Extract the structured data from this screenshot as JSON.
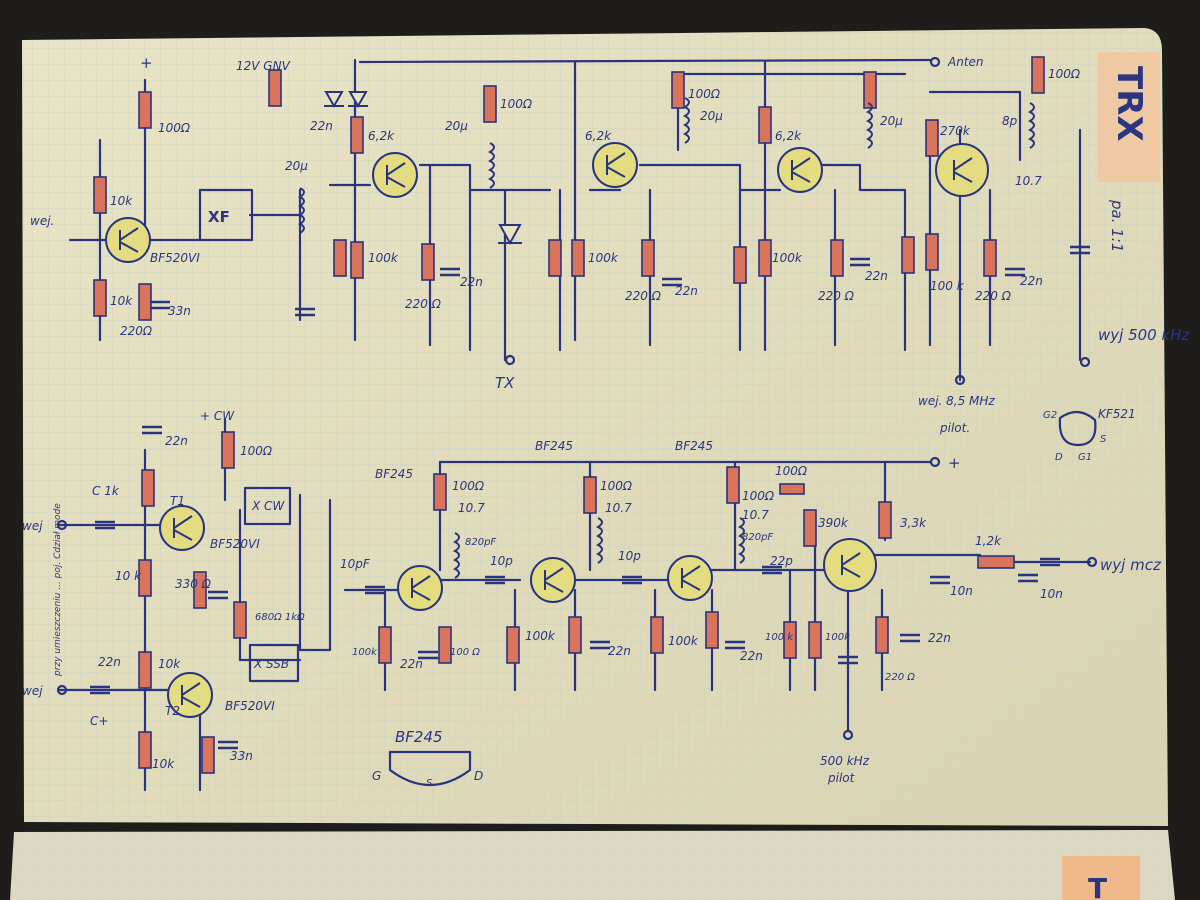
{
  "title": "TRX",
  "notes": {
    "ratio": "pa. 1:1",
    "vertical_note": "przy umieszczeniu ... poj. Cdział mode"
  },
  "top_circuit": {
    "supply_12v": "12V GNV",
    "plus": "+",
    "r_100": "100Ω",
    "r_10k": "10k",
    "r_10k_b": "10k",
    "r_220": "220Ω",
    "c_22n": "22n",
    "c_33n": "33n",
    "transistor": "BF520VI",
    "filter": "XF",
    "input": "wej.",
    "coil_1": "20μ",
    "coil_2": "20μ",
    "coil_3": "20μ",
    "coil_4": "20μ",
    "r_62k_1": "6,2k",
    "r_62k_2": "6,2k",
    "r_62k_3": "6,2k",
    "r_100k_1": "100k",
    "r_100k_2": "100k",
    "r_100k_3": "100k",
    "r_100k_4": "100 k",
    "r_220_1": "220 Ω",
    "r_220_2": "220 Ω",
    "r_220_3": "220 Ω",
    "r_220_4": "220 Ω",
    "c_22n_1": "22n",
    "c_22n_2": "22n",
    "c_22n_3": "22n",
    "c_22n_4": "22n",
    "r_100_top1": "100Ω",
    "r_100_top2": "100Ω",
    "r_100_top3": "100Ω",
    "r_270k": "270k",
    "c_8p": "8p",
    "tx": "TX",
    "antenna": "Anten",
    "if_107": "10.7",
    "out_500": "wyj 500 kHz",
    "in_85": "wej. 8,5 MHz",
    "pilot": "pilot.",
    "kf521": "KF521",
    "pin_g2": "G2",
    "pin_s": "S",
    "pin_d": "D",
    "pin_g1": "G1"
  },
  "bottom_circuit": {
    "plus_cw": "+ CW",
    "c_22n_a": "22n",
    "r_100_a": "100Ω",
    "c_label": "C 1k",
    "t1": "T1",
    "t1_type": "BF520VI",
    "t2": "T2",
    "t2_type": "BF520VI",
    "r_10k_a": "10 k",
    "r_10k_b": "10k",
    "r_10k_c": "10k",
    "c_22n_b": "22n",
    "c_33n": "33n",
    "r_330": "330 Ω",
    "x_cw": "X CW",
    "x_ssb": "X SSB",
    "r_680": "680Ω 1kΩ",
    "in_1": "wej",
    "in_2": "wej",
    "c_plus": "C+",
    "fet_1": "BF245",
    "fet_2": "BF245",
    "fet_3": "BF245",
    "r_100_1": "100Ω",
    "r_100_2": "100Ω",
    "r_100_3": "100Ω",
    "r_100_4": "100Ω",
    "if_1": "10.7",
    "if_2": "10.7",
    "if_3": "10.7",
    "c_10pf": "10pF",
    "c_10p": "10p",
    "c_10p_2": "10p",
    "c_22p": "22p",
    "c_820_1": "820pF",
    "c_820_2": "820pF",
    "r_100k_1": "100k",
    "r_100k_2": "100k",
    "r_100k_3": "100k",
    "r_100k_4": "100 k",
    "r_100k_5": "100k",
    "r_100_5": "100 Ω",
    "c_22_1": "22n",
    "c_22_2": "22n",
    "c_22_3": "22n",
    "c_22_4": "22n",
    "r_390k": "390k",
    "r_33k": "3,3k",
    "r_12k": "1,2k",
    "c_10n_1": "10n",
    "c_10n_2": "10n",
    "r_220": "220 Ω",
    "out": "wyj mcz",
    "pilot_500": "500 kHz",
    "pilot": "pilot",
    "plus": "+",
    "pinout_title": "BF245",
    "pin_g": "G",
    "pin_s": "S",
    "pin_d": "D"
  },
  "next_page": {
    "tab": "T"
  }
}
